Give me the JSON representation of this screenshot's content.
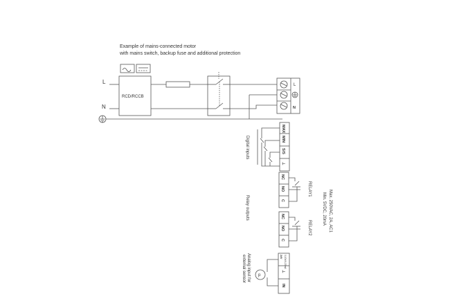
{
  "caption": {
    "line1": "Example of mains-connected motor",
    "line2": "with mains switch, backup fuse and additional protection"
  },
  "mains": {
    "line_label": "L",
    "neutral_label": "N",
    "rcd_label": "RCD/RCCB"
  },
  "terminal_block": {
    "l_label": "L",
    "n_label": "N"
  },
  "digital_inputs": {
    "group_label": "Digital inputs",
    "terminals": [
      "MAX",
      "MIN",
      "S/S",
      "⊥"
    ]
  },
  "relay_outputs": {
    "group_label": "Relay outputs",
    "relay1": {
      "name": "RELAY1",
      "terminals": [
        "NC",
        "NO",
        "C"
      ]
    },
    "relay2": {
      "name": "RELAY2",
      "terminals": [
        "NC",
        "NO",
        "C"
      ]
    },
    "rating_lines": [
      "Max. 250VAC, 2A, AC1",
      "Min. 5VDC, 20mA"
    ]
  },
  "analog_input": {
    "group_label_line1": "Analog input for",
    "group_label_line2": "external sensor",
    "terminals": [
      "24V",
      "⊥",
      "IN"
    ],
    "top_terminal_text": "0-10V/4-20mA",
    "sensor_symbol": "p"
  }
}
